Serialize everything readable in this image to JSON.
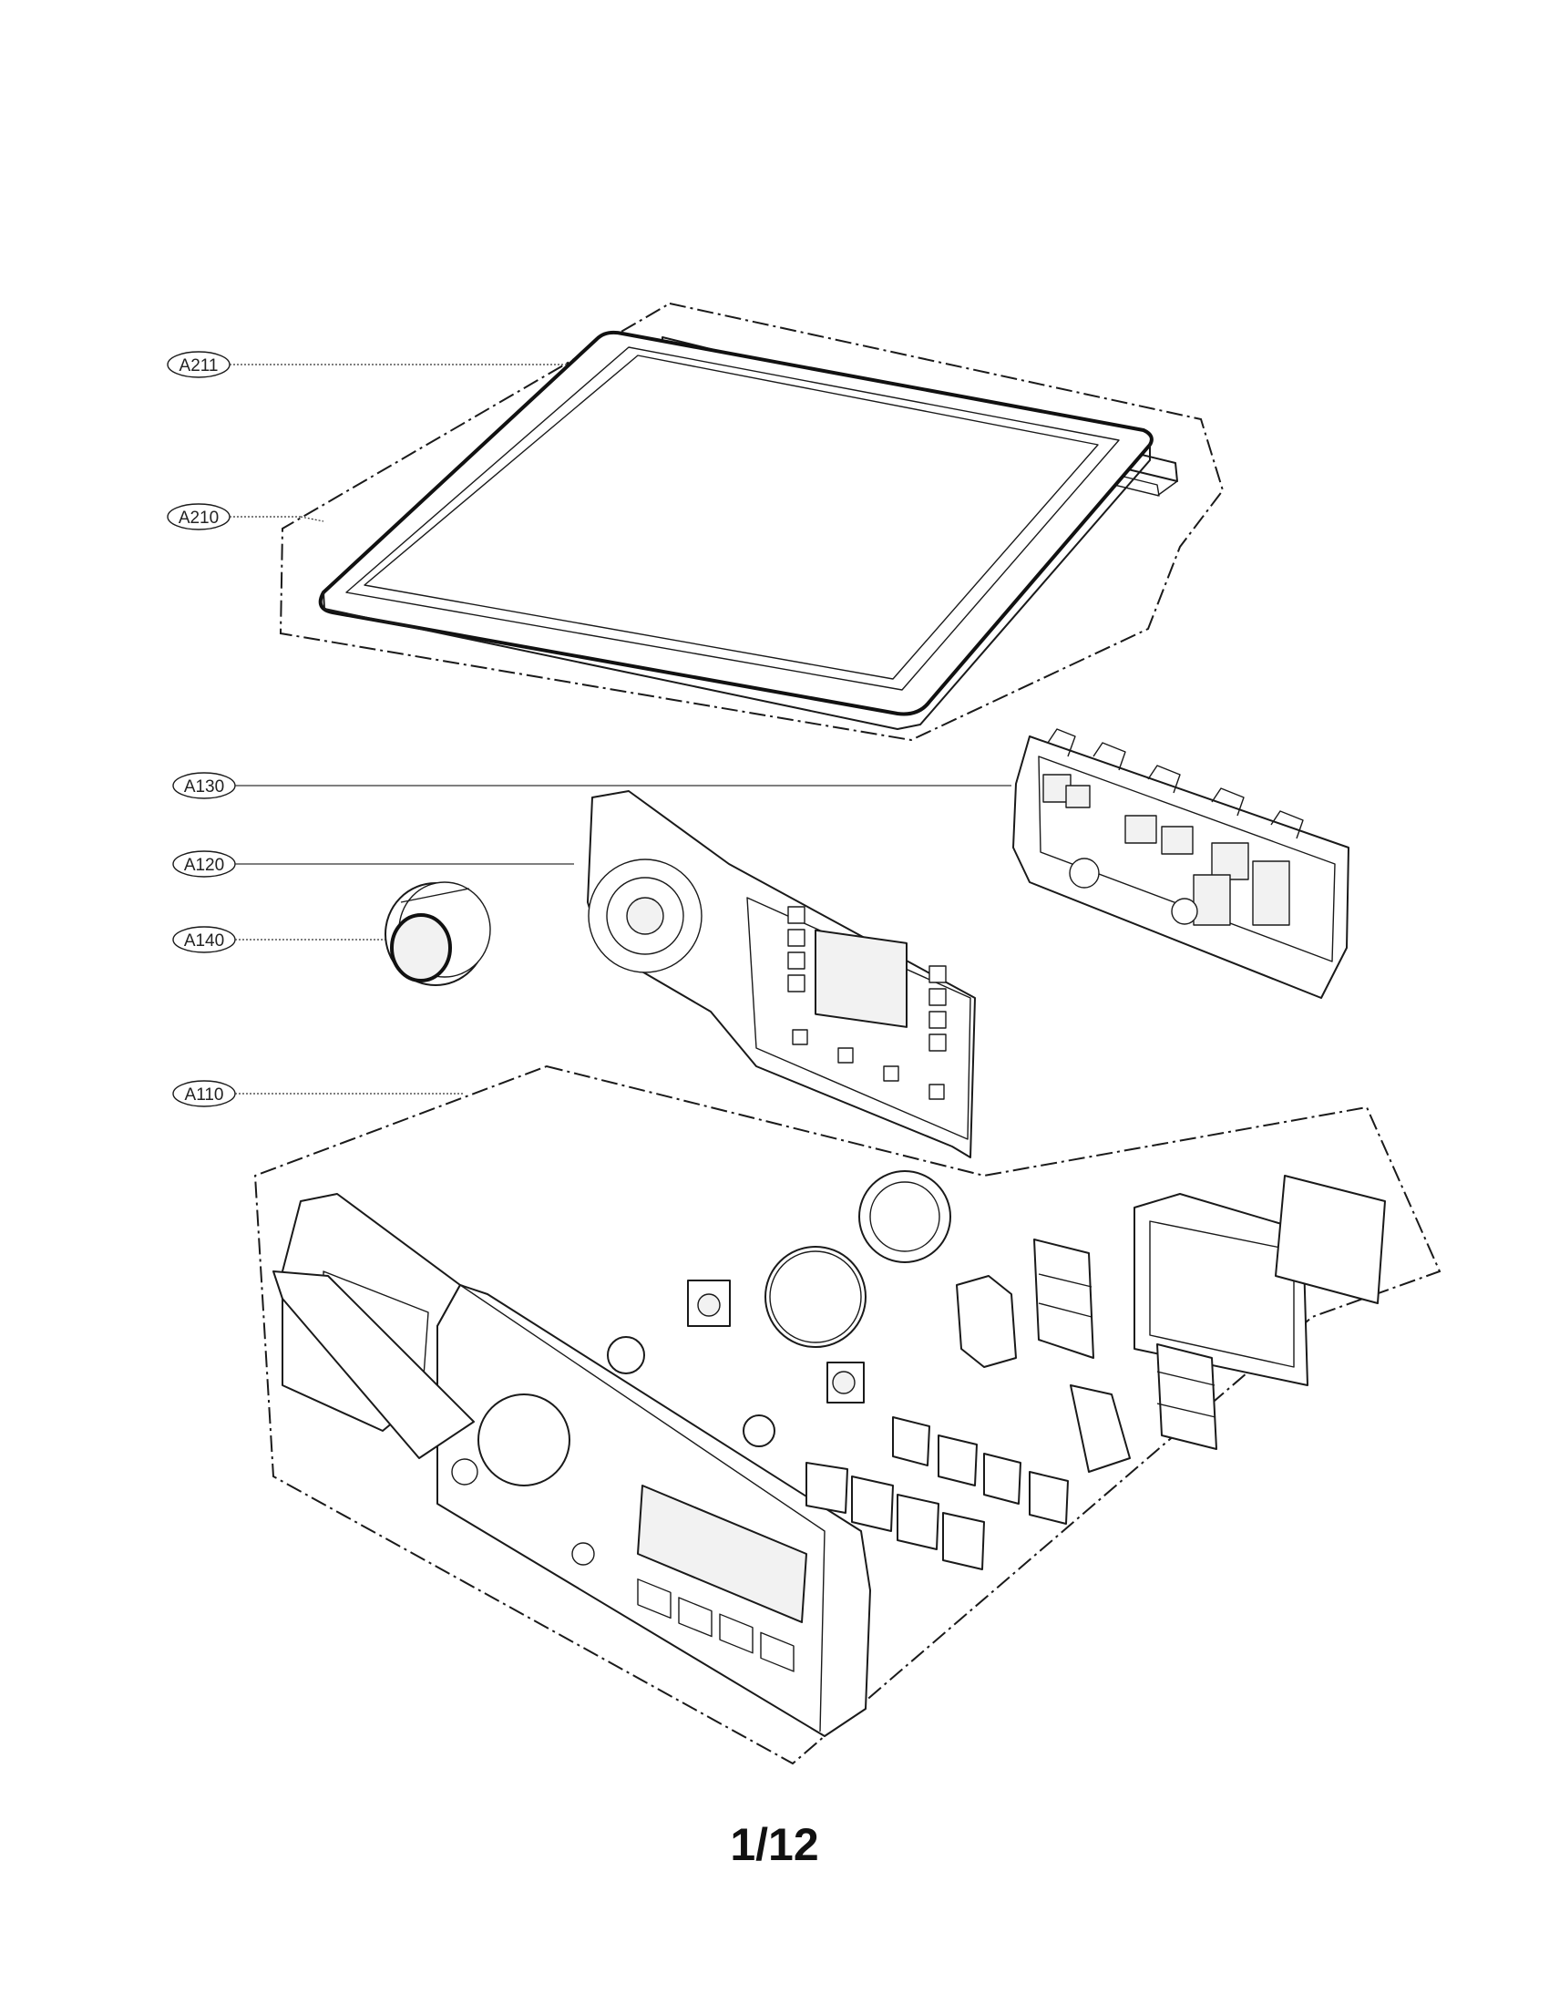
{
  "callouts": [
    {
      "id": "A211",
      "label": "A211"
    },
    {
      "id": "A210",
      "label": "A210"
    },
    {
      "id": "A130",
      "label": "A130"
    },
    {
      "id": "A120",
      "label": "A120"
    },
    {
      "id": "A140",
      "label": "A140"
    },
    {
      "id": "A110",
      "label": "A110"
    }
  ],
  "page_number": "1/12"
}
